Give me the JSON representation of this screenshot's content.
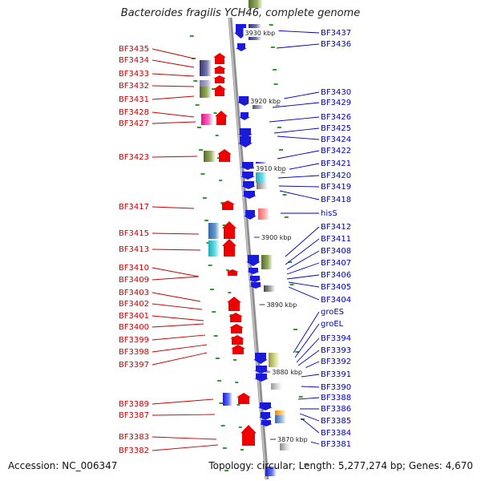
{
  "title": "Bacteroides fragilis YCH46, complete genome",
  "footer": {
    "accession": "Accession: NC_006347",
    "summary": "Topology: circular; Length: 5,277,274 bp; Genes: 4,670"
  },
  "colors": {
    "left_label": "#cc0000",
    "right_label": "#0000bb",
    "backbone": "#999999",
    "marker": "#339933"
  },
  "ticks": [
    "3930 kbp",
    "3920 kbp",
    "3910 kbp",
    "3900 kbp",
    "3890 kbp",
    "3880 kbp",
    "3870 kbp"
  ],
  "left_labels": [
    "BF3435",
    "BF3434",
    "BF3433",
    "BF3432",
    "BF3431",
    "BF3428",
    "BF3427",
    "BF3423",
    "BF3417",
    "BF3415",
    "BF3413",
    "BF3410",
    "BF3409",
    "BF3403",
    "BF3402",
    "BF3401",
    "BF3400",
    "BF3399",
    "BF3398",
    "BF3397",
    "BF3389",
    "BF3387",
    "BF3383",
    "BF3382"
  ],
  "right_labels": [
    "BF3437",
    "BF3436",
    "BF3430",
    "BF3429",
    "BF3426",
    "BF3425",
    "BF3424",
    "BF3422",
    "BF3421",
    "BF3420",
    "BF3419",
    "BF3418",
    "hisS",
    "BF3412",
    "BF3411",
    "BF3408",
    "BF3407",
    "BF3406",
    "BF3405",
    "BF3404",
    "groES",
    "groEL",
    "BF3394",
    "BF3393",
    "BF3392",
    "BF3391",
    "BF3390",
    "BF3388",
    "BF3386",
    "BF3385",
    "BF3384",
    "BF3381"
  ]
}
